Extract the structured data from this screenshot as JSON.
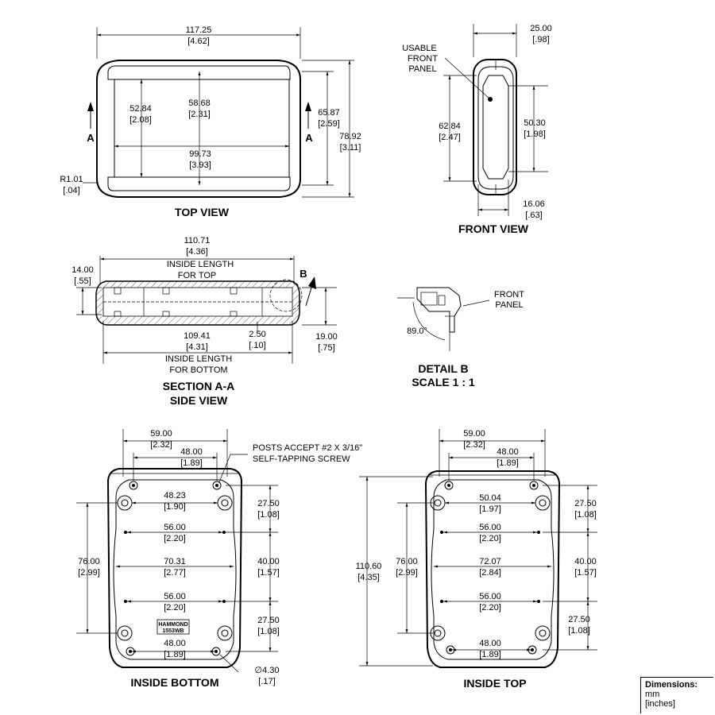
{
  "views": {
    "top": {
      "title": "TOP VIEW",
      "overall_length": {
        "mm": "117.25",
        "in": "[4.62]"
      },
      "inner_height": {
        "mm": "52.84",
        "in": "[2.08]"
      },
      "center_height": {
        "mm": "58.68",
        "in": "[2.31]"
      },
      "inner_width": {
        "mm": "99.73",
        "in": "[3.93]"
      },
      "height_a": {
        "mm": "65.87",
        "in": "[2.59]"
      },
      "overall_height": {
        "mm": "78.92",
        "in": "[3.11]"
      },
      "radius": {
        "mm": "R1.01",
        "in": "[.04]"
      },
      "section_mark": "A"
    },
    "front": {
      "title": "FRONT VIEW",
      "usable_label": [
        "USABLE",
        "FRONT",
        "PANEL"
      ],
      "width": {
        "mm": "25.00",
        "in": "[.98]"
      },
      "height": {
        "mm": "62.84",
        "in": "[2.47]"
      },
      "usable_height": {
        "mm": "50.30",
        "in": "[1.98]"
      },
      "usable_width": {
        "mm": "16.06",
        "in": "[.63]"
      }
    },
    "section": {
      "title": "SECTION A-A",
      "subtitle": "SIDE VIEW",
      "top_length": {
        "mm": "110.71",
        "in": "[4.36]",
        "note": [
          "INSIDE LENGTH",
          "FOR TOP"
        ]
      },
      "bottom_length": {
        "mm": "109.41",
        "in": "[4.31]",
        "note": [
          "INSIDE LENGTH",
          "FOR BOTTOM"
        ]
      },
      "top_depth": {
        "mm": "14.00",
        "in": "[.55]"
      },
      "wall": {
        "mm": "2.50",
        "in": "[.10]"
      },
      "overall_depth": {
        "mm": "19.00",
        "in": "[.75]"
      },
      "detail_mark": "B"
    },
    "detail": {
      "title": "DETAIL  B",
      "scale": "SCALE 1 : 1",
      "angle": "89.0°",
      "label": [
        "FRONT",
        "PANEL"
      ]
    },
    "inside_bottom": {
      "title": "INSIDE BOTTOM",
      "posts_note": [
        "POSTS ACCEPT #2 X 3/16\"",
        "SELF-TAPPING SCREW"
      ],
      "dims": [
        {
          "mm": "59.00",
          "in": "[2.32]"
        },
        {
          "mm": "48.00",
          "in": "[1.89]"
        },
        {
          "mm": "48.23",
          "in": "[1.90]"
        },
        {
          "mm": "56.00",
          "in": "[2.20]"
        },
        {
          "mm": "70.31",
          "in": "[2.77]"
        },
        {
          "mm": "56.00",
          "in": "[2.20]"
        },
        {
          "mm": "48.00",
          "in": "[1.89]"
        },
        {
          "mm": "76.00",
          "in": "[2.99]"
        },
        {
          "mm": "27.50",
          "in": "[1.08]"
        },
        {
          "mm": "40.00",
          "in": "[1.57]"
        },
        {
          "mm": "27.50",
          "in": "[1.08]"
        },
        {
          "mm": "∅4.30",
          "in": "[.17]"
        }
      ],
      "logo": [
        "HAMMOND",
        "1553WB"
      ]
    },
    "inside_top": {
      "title": "INSIDE TOP",
      "dims": [
        {
          "mm": "59.00",
          "in": "[2.32]"
        },
        {
          "mm": "48.00",
          "in": "[1.89]"
        },
        {
          "mm": "50.04",
          "in": "[1.97]"
        },
        {
          "mm": "56.00",
          "in": "[2.20]"
        },
        {
          "mm": "72.07",
          "in": "[2.84]"
        },
        {
          "mm": "56.00",
          "in": "[2.20]"
        },
        {
          "mm": "48.00",
          "in": "[1.89]"
        },
        {
          "mm": "110.60",
          "in": "[4.35]"
        },
        {
          "mm": "76.00",
          "in": "[2.99]"
        },
        {
          "mm": "27.50",
          "in": "[1.08]"
        },
        {
          "mm": "40.00",
          "in": "[1.57]"
        },
        {
          "mm": "27.50",
          "in": "[1.08]"
        }
      ]
    }
  },
  "legend": {
    "title": "Dimensions:",
    "unit_primary": "mm",
    "unit_secondary": "[inches]"
  }
}
